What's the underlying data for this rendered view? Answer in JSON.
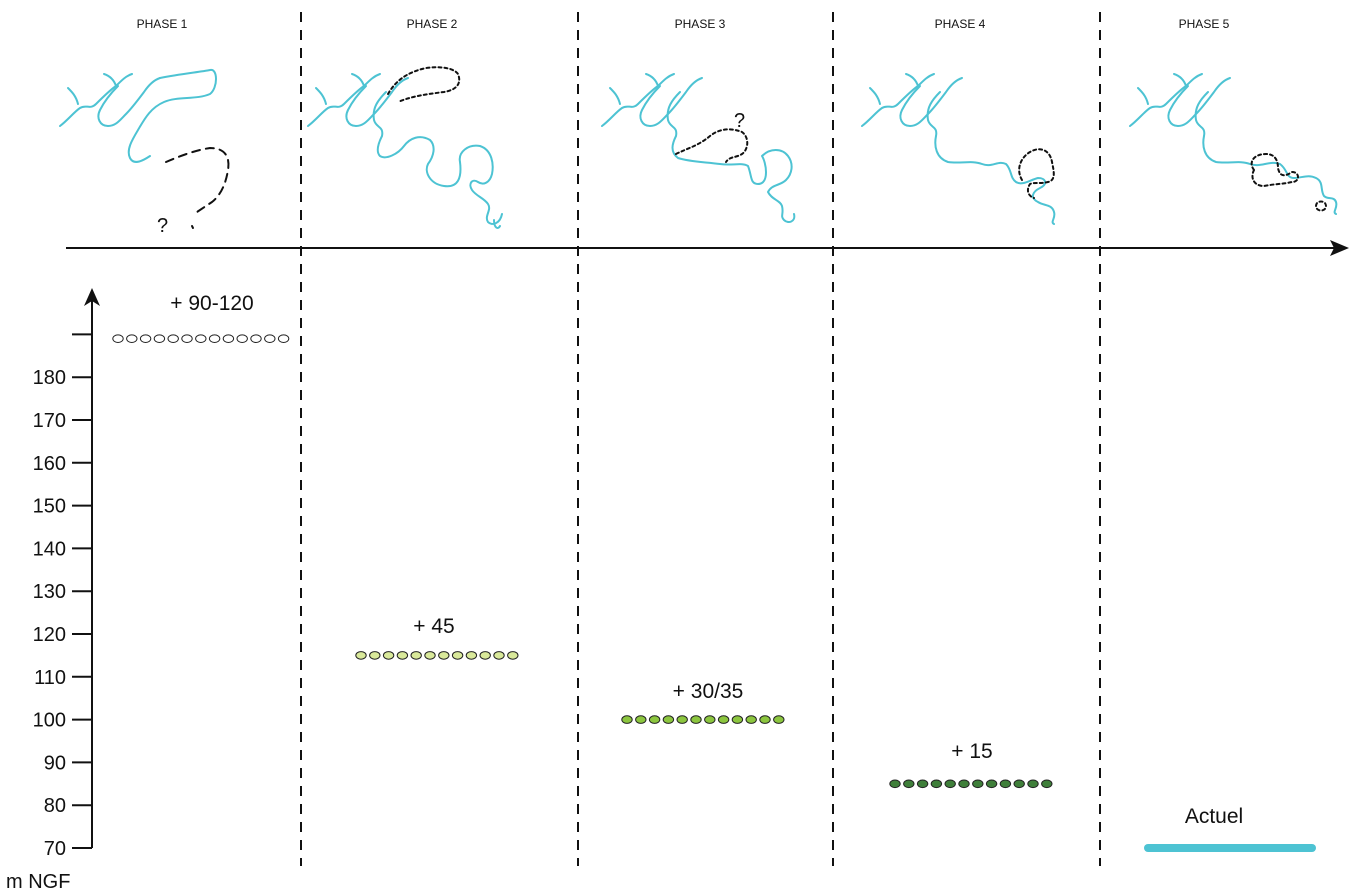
{
  "phases": [
    {
      "label": "PHASE 1"
    },
    {
      "label": "PHASE 2"
    },
    {
      "label": "PHASE 3"
    },
    {
      "label": "PHASE 4"
    },
    {
      "label": "PHASE 5"
    }
  ],
  "question_mark": "?",
  "axis": {
    "unit_label": "m NGF",
    "ticks": [
      70,
      80,
      90,
      100,
      110,
      120,
      130,
      140,
      150,
      160,
      170,
      180,
      190
    ],
    "tick_labels": [
      "70",
      "80",
      "90",
      "100",
      "110",
      "120",
      "130",
      "140",
      "150",
      "160",
      "170",
      "180"
    ]
  },
  "terraces": [
    {
      "label": "+ 90-120",
      "elevation": 189,
      "fill": "#ffffff"
    },
    {
      "label": "+ 45",
      "elevation": 115,
      "fill": "#d9e99a"
    },
    {
      "label": "+ 30/35",
      "elevation": 100,
      "fill": "#8cc63f"
    },
    {
      "label": "+ 15",
      "elevation": 85,
      "fill": "#3f7f3a"
    }
  ],
  "current": {
    "label": "Actuel",
    "elevation": 70,
    "color": "#4dc3d3"
  },
  "colors": {
    "river": "#4dc3d3",
    "ink": "#111111"
  }
}
